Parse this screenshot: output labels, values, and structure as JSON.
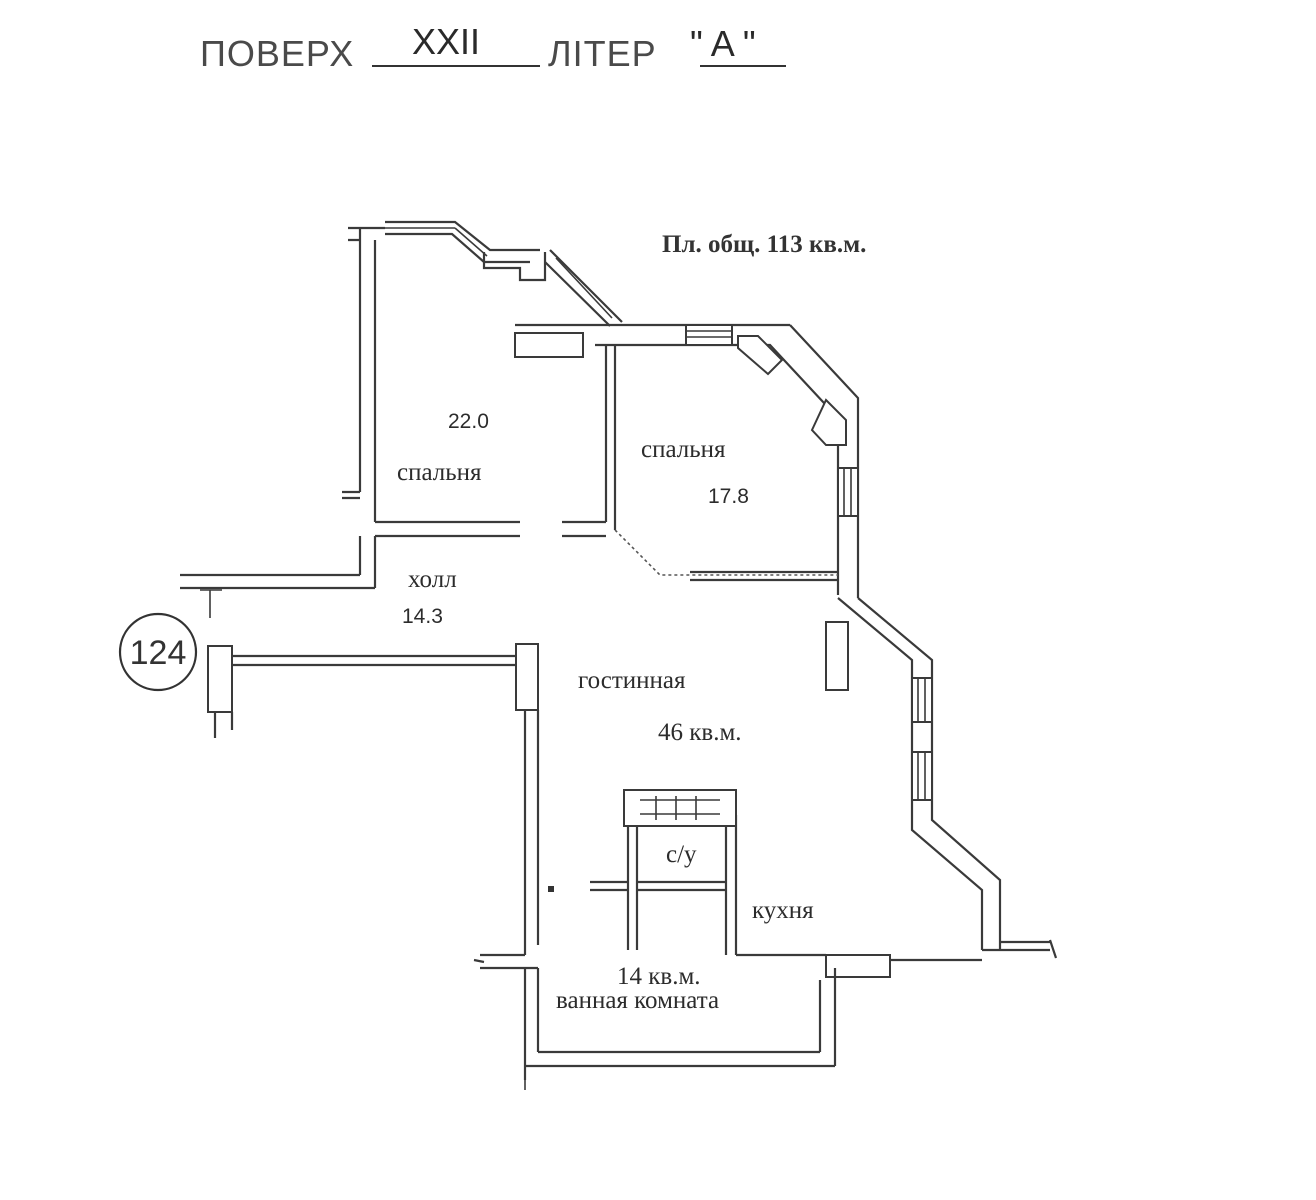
{
  "header": {
    "floor_label": "ПОВЕРХ",
    "floor_value": "XXII",
    "letter_label": "ЛІТЕР",
    "letter_value": "\" A \""
  },
  "total_area": "Пл. общ. 113 кв.м.",
  "apartment_number": "124",
  "rooms": {
    "bedroom_left": {
      "label": "спальня",
      "area": "22.0"
    },
    "bedroom_right": {
      "label": "спальня",
      "area": "17.8"
    },
    "hall": {
      "label": "холл",
      "area": "14.3"
    },
    "living": {
      "label": "гостинная",
      "area": "46 кв.м."
    },
    "wc": {
      "label": "с/у"
    },
    "kitchen": {
      "label": "кухня"
    },
    "bathroom": {
      "label": "ванная комната",
      "area": "14 кв.м."
    }
  }
}
